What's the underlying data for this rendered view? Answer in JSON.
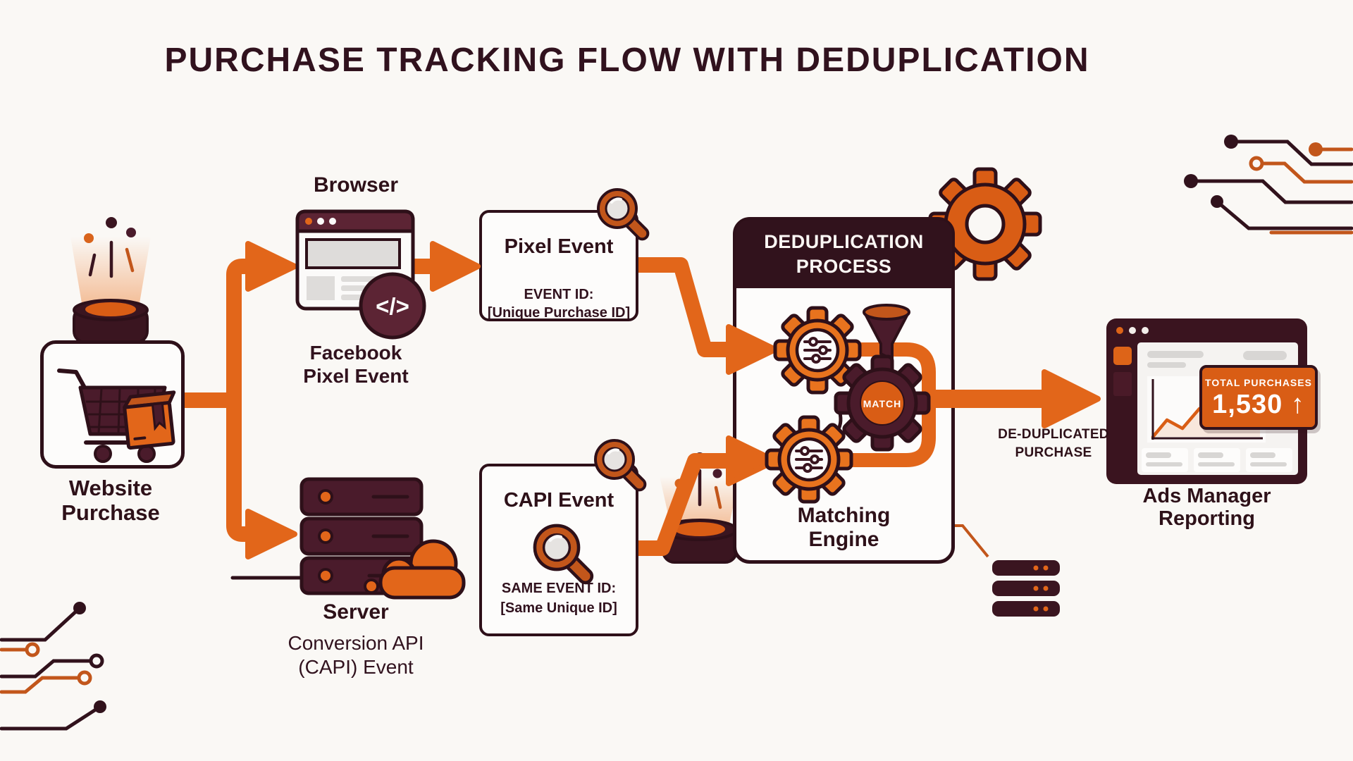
{
  "title": "PURCHASE TRACKING FLOW WITH DEDUPLICATION",
  "website": {
    "label_line1": "Website",
    "label_line2": "Purchase"
  },
  "browser": {
    "label": "Browser",
    "code_glyph": "</>",
    "sublabel_line1": "Facebook",
    "sublabel_line2": "Pixel Event"
  },
  "pixel_event": {
    "title": "Pixel Event",
    "event_id_label": "EVENT ID:",
    "event_id_value": "[Unique Purchase ID]"
  },
  "server": {
    "label": "Server",
    "sublabel_line1": "Conversion API",
    "sublabel_line2": "(CAPI) Event"
  },
  "capi_event": {
    "title": "CAPI Event",
    "event_id_label": "SAME EVENT ID:",
    "event_id_value": "[Same Unique ID]"
  },
  "dedup": {
    "header_line1": "DEDUPLICATION",
    "header_line2": "PROCESS",
    "match_label": "MATCH",
    "engine_line1": "Matching",
    "engine_line2": "Engine"
  },
  "output": {
    "arrow_label_line1": "DE-DUPLICATED",
    "arrow_label_line2": "PURCHASE"
  },
  "ads_manager": {
    "badge_title": "TOTAL PURCHASES",
    "badge_value": "1,530",
    "badge_trend": "↑",
    "label_line1": "Ads Manager",
    "label_line2": "Reporting"
  },
  "colors": {
    "background": "#FAF8F5",
    "dark_outline": "#2E1019",
    "maroon_fill": "#4A1B2B",
    "maroon_mid": "#5C2434",
    "header_dark": "#31121C",
    "arrow_orange": "#E2661A",
    "gear_orange": "#E8731E",
    "deep_orange": "#D95D15",
    "ui_gray": "#D8D6D4"
  }
}
